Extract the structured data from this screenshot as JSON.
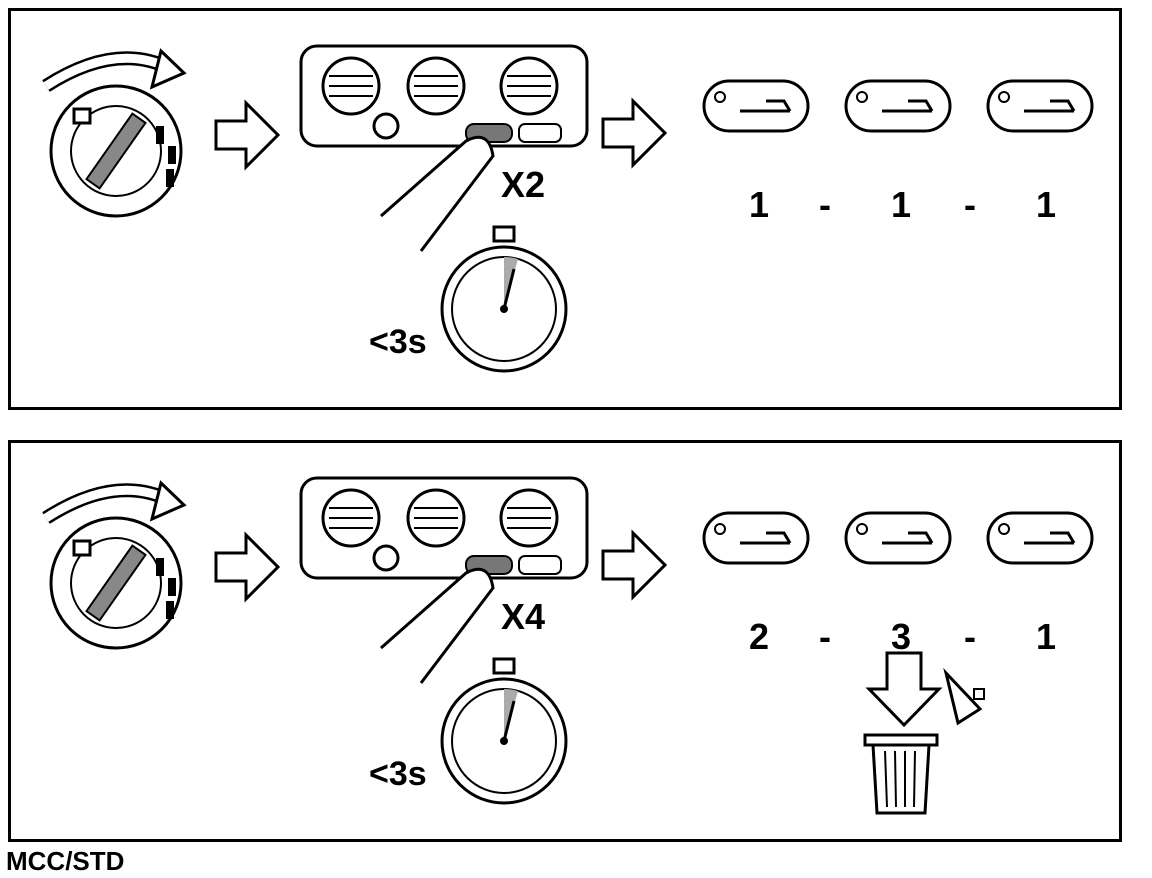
{
  "panels": [
    {
      "press_count": "X2",
      "time_limit": "<3s",
      "code": [
        "1",
        "-",
        "1",
        "-",
        "1"
      ]
    },
    {
      "press_count": "X4",
      "time_limit": "<3s",
      "code": [
        "2",
        "-",
        "3",
        "-",
        "1"
      ]
    }
  ],
  "footer": "MCC/STD",
  "icons": [
    "ignition-key-icon",
    "arrow-right-icon",
    "climate-control-panel-icon",
    "finger-press-icon",
    "stopwatch-icon",
    "recirculation-led-blink-icon",
    "down-arrow-icon",
    "trash-bin-icon",
    "eraser-icon"
  ]
}
